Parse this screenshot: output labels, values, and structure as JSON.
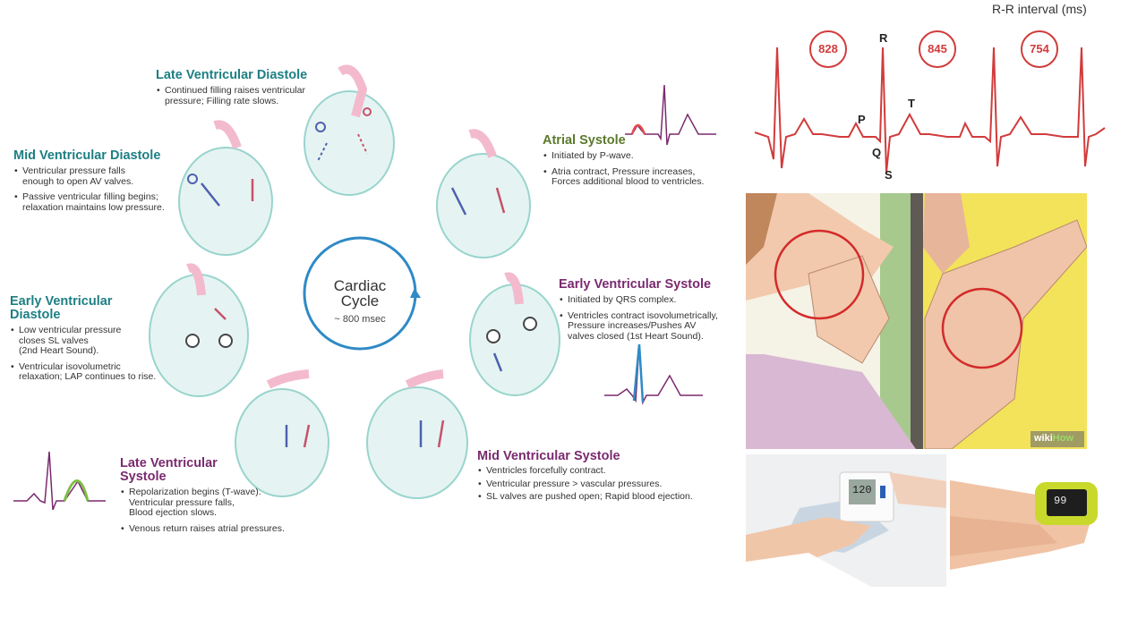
{
  "cycle": {
    "title_line1": "Cardiac",
    "title_line2": "Cycle",
    "duration": "~ 800 msec"
  },
  "stages": {
    "late_diastole": {
      "title": "Late Ventricular Diastole",
      "bullets": [
        "Continued filling raises ventricular\n  pressure; Filling rate slows."
      ]
    },
    "mid_diastole": {
      "title": "Mid Ventricular Diastole",
      "bullets": [
        "Ventricular pressure falls\n  enough to open AV valves.",
        "Passive ventricular filling begins;\n  relaxation maintains low pressure."
      ]
    },
    "early_diastole": {
      "title_line1": "Early Ventricular",
      "title_line2": "Diastole",
      "bullets": [
        "Low ventricular pressure\n  closes SL valves\n  (2nd Heart Sound).",
        "Ventricular isovolumetric\n  relaxation; LAP continues to rise."
      ]
    },
    "late_systole": {
      "title_line1": "Late Ventricular",
      "title_line2": "Systole",
      "bullets": [
        "Repolarization begins (T-wave).\n  Ventricular pressure falls,\n  Blood ejection slows.",
        "Venous return raises atrial pressures."
      ]
    },
    "mid_systole": {
      "title": "Mid Ventricular Systole",
      "bullets": [
        "Ventricles forcefully contract.",
        "Ventricular pressure > vascular pressures.",
        "SL valves are pushed open; Rapid blood ejection."
      ]
    },
    "early_systole": {
      "title": "Early Ventricular Systole",
      "bullets": [
        "Initiated by QRS complex.",
        "Ventricles contract isovolumetrically,\n  Pressure increases/Pushes AV\n  valves closed (1st Heart Sound)."
      ]
    },
    "atrial_systole": {
      "title": "Atrial Systole",
      "bullets": [
        "Initiated by P-wave.",
        "Atria contract, Pressure increases,\n  Forces additional blood to ventricles."
      ]
    }
  },
  "ecg": {
    "title": "R-R interval (ms)",
    "intervals": [
      "828",
      "845",
      "754"
    ],
    "labels": {
      "p": "P",
      "q": "Q",
      "r": "R",
      "s": "S",
      "t": "T"
    }
  },
  "photos": {
    "watermark_left": "wiki",
    "watermark_right": "How",
    "bp_display": "120",
    "oximeter_display": "99"
  },
  "colors": {
    "teal": "#1d7f83",
    "purple": "#7a2a6e",
    "green": "#5b7a2c",
    "ecg_red": "#d23b3b",
    "cycle_blue": "#2f8ac6"
  }
}
